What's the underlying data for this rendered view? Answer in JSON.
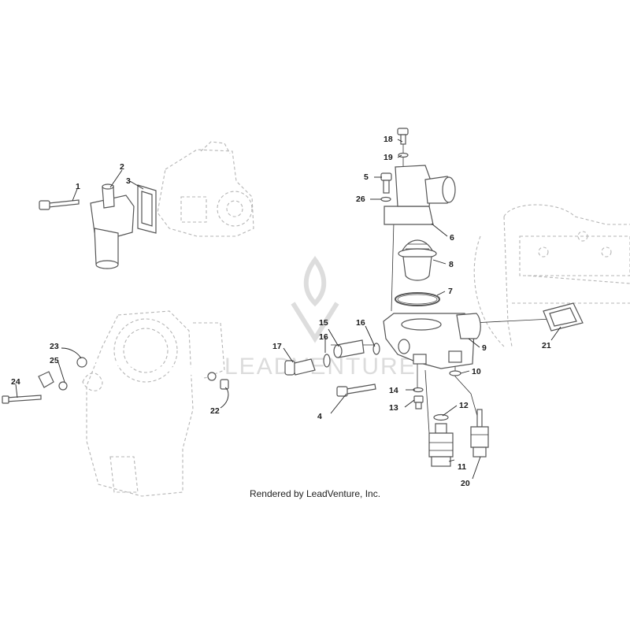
{
  "watermark": {
    "text": "LEADVENTURE"
  },
  "credit": "Rendered by LeadVenture, Inc.",
  "callouts": [
    {
      "id": "1",
      "label": "1"
    },
    {
      "id": "2",
      "label": "2"
    },
    {
      "id": "3",
      "label": "3"
    },
    {
      "id": "4",
      "label": "4"
    },
    {
      "id": "5",
      "label": "5"
    },
    {
      "id": "6",
      "label": "6"
    },
    {
      "id": "7",
      "label": "7"
    },
    {
      "id": "8",
      "label": "8"
    },
    {
      "id": "9",
      "label": "9"
    },
    {
      "id": "10",
      "label": "10"
    },
    {
      "id": "11",
      "label": "11"
    },
    {
      "id": "12",
      "label": "12"
    },
    {
      "id": "13",
      "label": "13"
    },
    {
      "id": "14",
      "label": "14"
    },
    {
      "id": "15",
      "label": "15"
    },
    {
      "id": "16a",
      "label": "16"
    },
    {
      "id": "16b",
      "label": "16"
    },
    {
      "id": "17",
      "label": "17"
    },
    {
      "id": "18",
      "label": "18"
    },
    {
      "id": "19",
      "label": "19"
    },
    {
      "id": "20",
      "label": "20"
    },
    {
      "id": "21",
      "label": "21"
    },
    {
      "id": "22",
      "label": "22"
    },
    {
      "id": "23",
      "label": "23"
    },
    {
      "id": "24",
      "label": "24"
    },
    {
      "id": "25",
      "label": "25"
    },
    {
      "id": "26",
      "label": "26"
    }
  ]
}
